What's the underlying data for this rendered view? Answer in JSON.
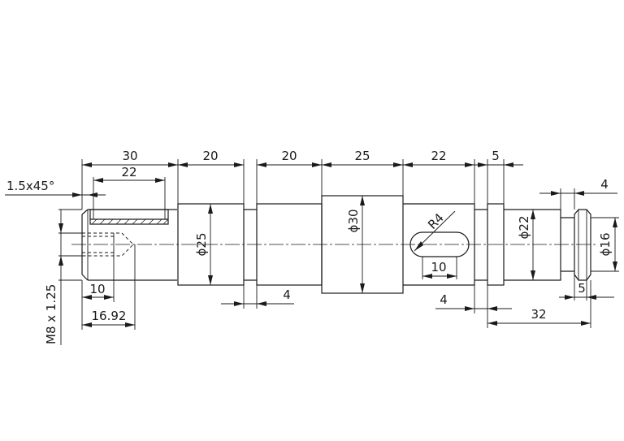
{
  "dimensions": {
    "seg1_len": "30",
    "key_len": "22",
    "seg2_len": "20",
    "seg3_len": "20",
    "seg4_len": "25",
    "seg5_len": "22",
    "seg6_len": "5",
    "chamfer": "1.5x45°",
    "thread": "M8 x 1.25",
    "thread_depth": "10",
    "drill_depth": "16.92",
    "groove_a": "4",
    "dia_25": "ϕ25",
    "dia_30": "ϕ30",
    "radius": "R4",
    "slot_len": "10",
    "groove_b": "4",
    "dia_22": "ϕ22",
    "len_32": "32",
    "right_4": "4",
    "dia_16": "ϕ16",
    "right_5": "5"
  },
  "colors": {
    "line": "#1a1a1a",
    "background": "#ffffff"
  }
}
